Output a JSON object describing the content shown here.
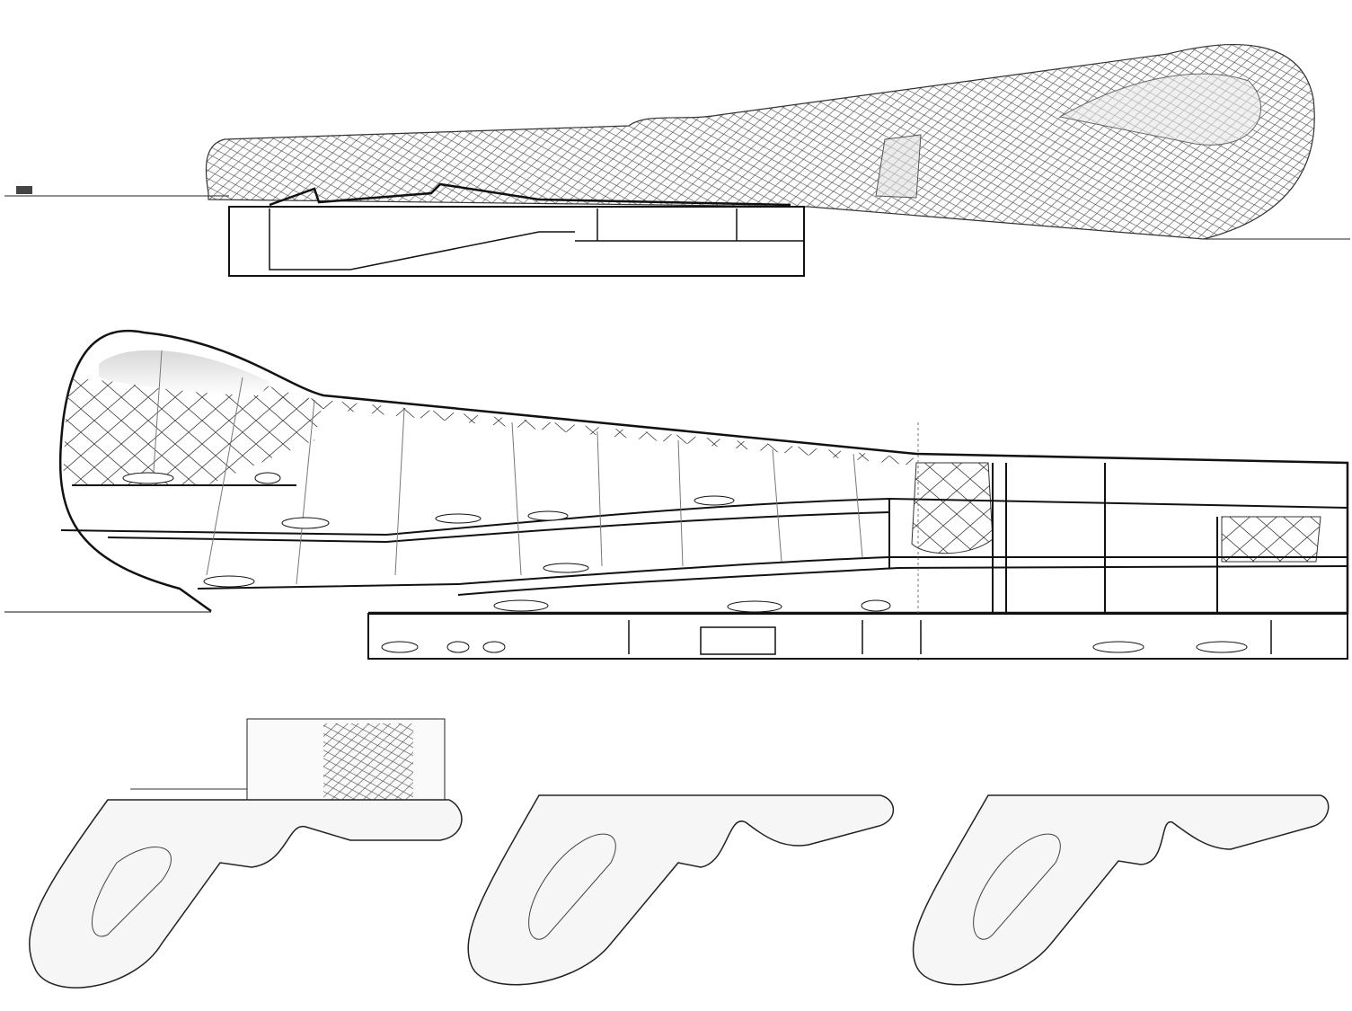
{
  "drawing": {
    "colors": {
      "line": "#1a1a1a",
      "mesh": "#555555",
      "fill": "#f2f2f2",
      "background": "#ffffff"
    },
    "panels": [
      "elevation",
      "section",
      "plan-level-1",
      "plan-level-2",
      "plan-level-3"
    ]
  }
}
